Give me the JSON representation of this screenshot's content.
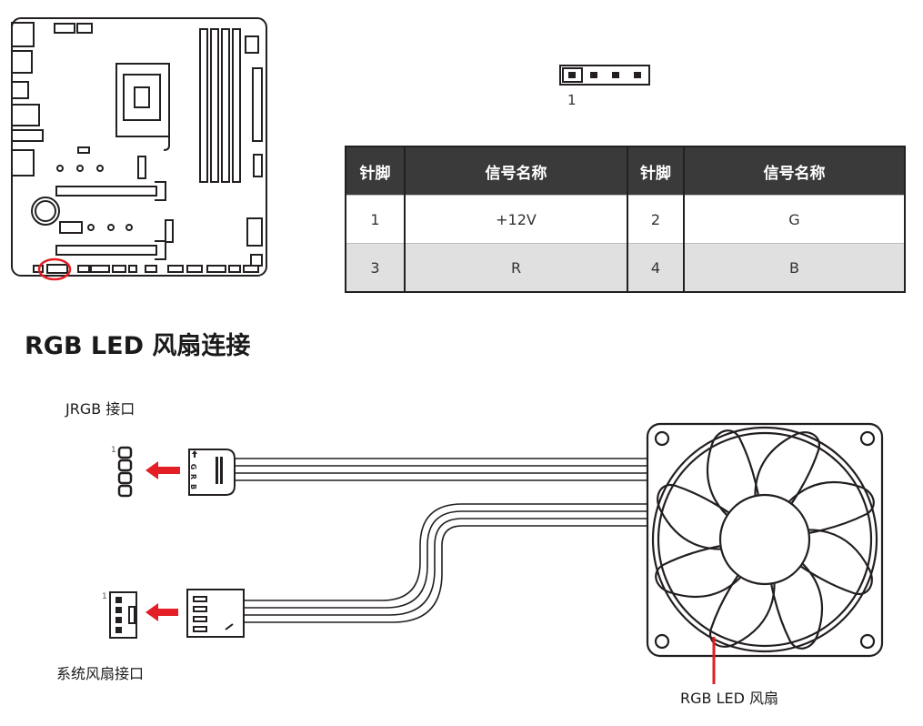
{
  "header": {
    "pin1_label": "1"
  },
  "pin_table": {
    "headers": [
      "针脚",
      "信号名称",
      "针脚",
      "信号名称"
    ],
    "rows": [
      [
        "1",
        "+12V",
        "2",
        "G"
      ],
      [
        "3",
        "R",
        "4",
        "B"
      ]
    ]
  },
  "section": {
    "title": "RGB LED 风扇连接"
  },
  "connection": {
    "jrgb_label": "JRGB 接口",
    "jrgb_pin1": "1",
    "plug_letters": [
      "G",
      "R",
      "B"
    ],
    "fan_header_label": "系统风扇接口",
    "fan_header_pin1": "1",
    "fan_label": "RGB LED 风扇"
  },
  "colors": {
    "highlight": "#e31e24",
    "outline": "#231f20",
    "table_header": "#3a3a3a",
    "table_alt_row": "#e0e0e0"
  }
}
